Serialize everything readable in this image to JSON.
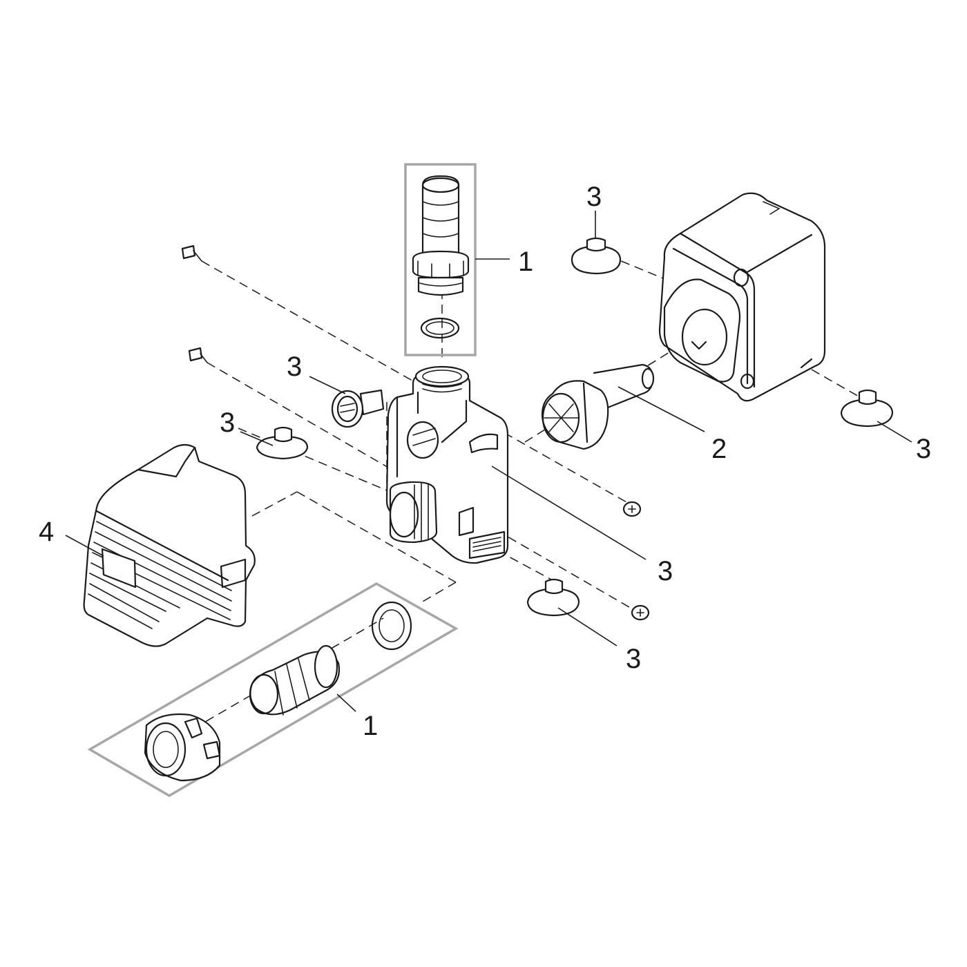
{
  "diagram": {
    "colors": {
      "line": "#1a1a1a",
      "group_box": "#a6a6a6",
      "background": "#ffffff"
    },
    "callouts": [
      {
        "id": "c1-top",
        "label": "1"
      },
      {
        "id": "c3-top-right",
        "label": "3"
      },
      {
        "id": "c3-clip",
        "label": "3"
      },
      {
        "id": "c3-left",
        "label": "3"
      },
      {
        "id": "c4",
        "label": "4"
      },
      {
        "id": "c2",
        "label": "2"
      },
      {
        "id": "c3-right",
        "label": "3"
      },
      {
        "id": "c3-housing",
        "label": "3"
      },
      {
        "id": "c3-bottom",
        "label": "3"
      },
      {
        "id": "c1-bottom",
        "label": "1"
      }
    ]
  }
}
